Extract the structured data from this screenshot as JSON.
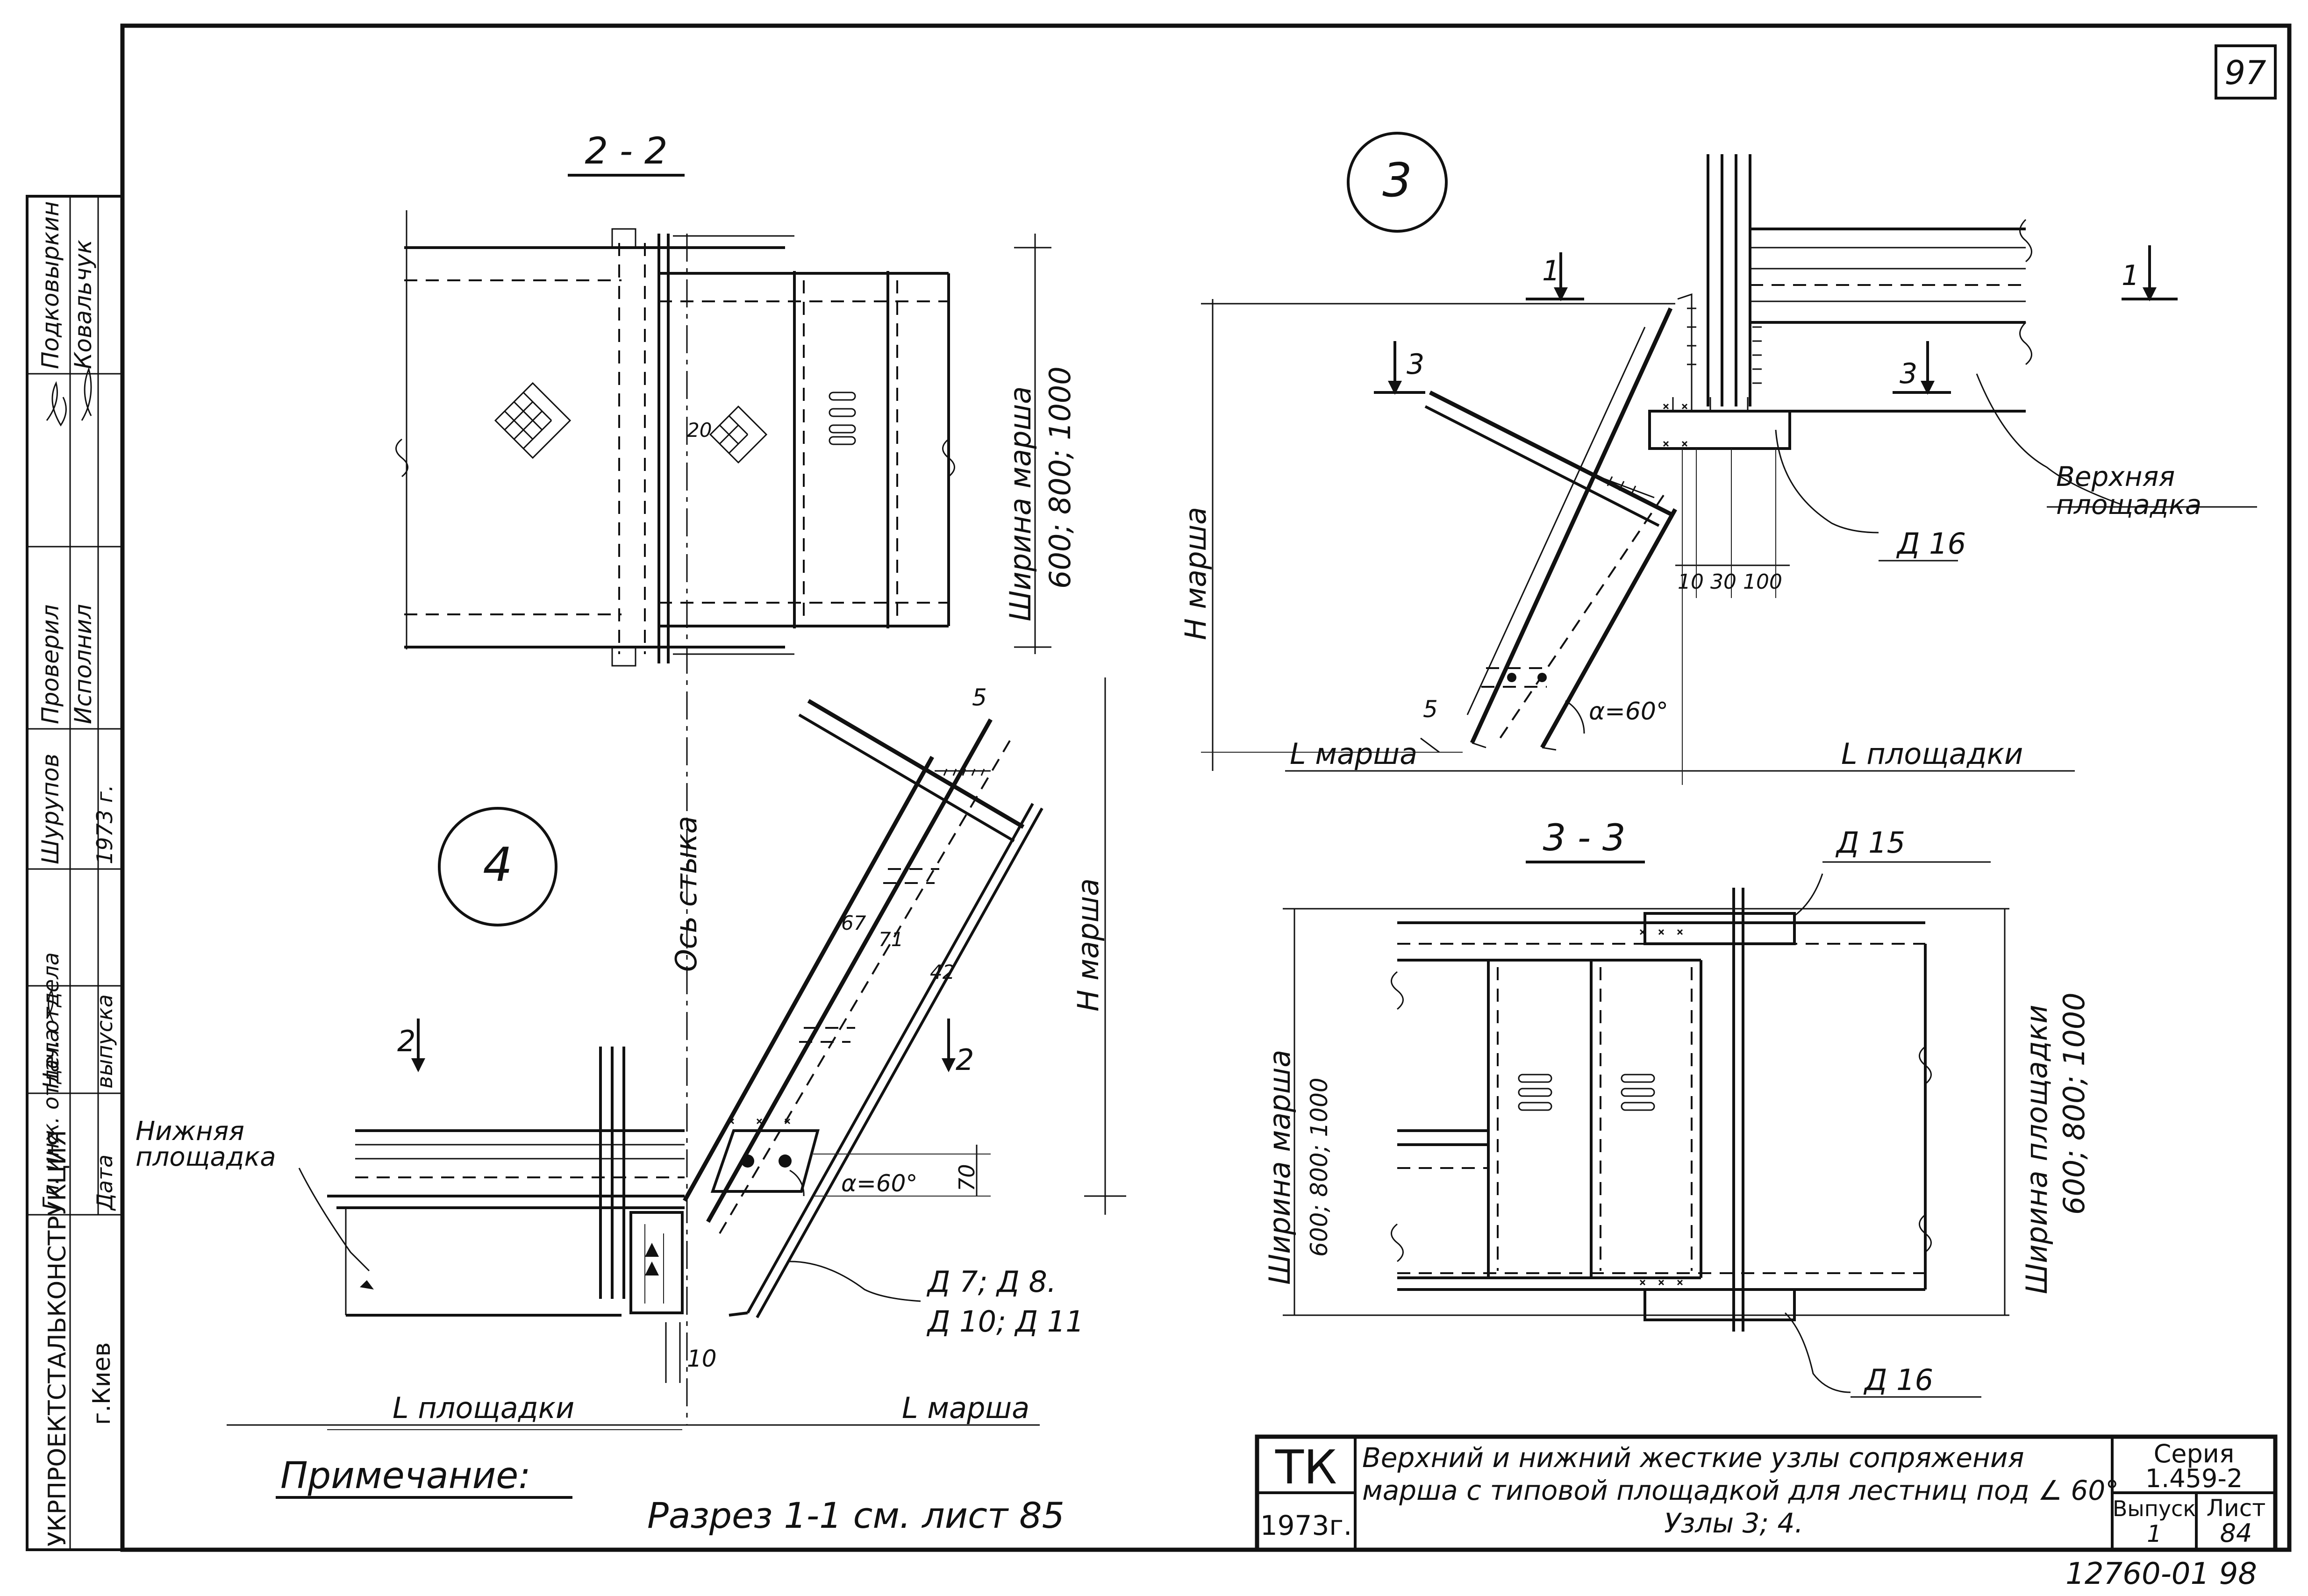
{
  "sheet_number": "97",
  "footer_code": "12760-01  98",
  "side_stamp": {
    "org": "УКРПРОЕКТСТАЛЬКОНСТРУКЦИЯ",
    "city": "г.Киев",
    "roles": [
      "Гл. инж. отдела",
      "Нач. отдела",
      "Шурупов",
      "Проверил",
      "Исполнил"
    ],
    "names": [
      "Подковыркин",
      "Ковальчук"
    ],
    "date_label": "Дата",
    "issue_label": "выпуска",
    "year": "1973 г."
  },
  "views": {
    "section_2_2": {
      "title": "2 - 2",
      "width_label": "Ширина марша",
      "width_values": "600; 800; 1000",
      "dim_20": "20"
    },
    "node_3": {
      "number": "3",
      "cut_1": "1",
      "cut_3": "3",
      "h_label": "Н марша",
      "l_march": "L марша",
      "l_platform": "L площадки",
      "upper_platform_1": "Верхняя",
      "upper_platform_2": "площадка",
      "detail": "Д 16",
      "dims": "10 30 100",
      "dim_5": "5",
      "angle": "α=60°"
    },
    "node_4": {
      "number": "4",
      "axis_label": "Ось стыка",
      "h_label": "Н марша",
      "cut_2": "2",
      "lower_platform_1": "Нижняя",
      "lower_platform_2": "площадка",
      "details_1": "Д 7; Д 8.",
      "details_2": "Д 10; Д 11",
      "dim_10": "10",
      "dim_70": "70",
      "dim_5": "5",
      "dims_incline": [
        "67",
        "71",
        "42"
      ],
      "angle": "α=60°",
      "l_platform": "L площадки",
      "l_march": "L марша"
    },
    "section_3_3": {
      "title": "3 - 3",
      "detail_top": "Д 15",
      "detail_bottom": "Д 16",
      "width_march": "Ширина марша",
      "width_march_values": "600; 800; 1000",
      "width_platform": "Ширина площадки",
      "width_platform_values": "600; 800; 1000"
    }
  },
  "note": {
    "title": "Примечание:",
    "text": "Разрез 1-1 см. лист 85"
  },
  "title_block": {
    "logo": "ТК",
    "year": "1973г.",
    "line1": "Верхний и нижний жесткие узлы сопряжения",
    "line2": "марша с типовой площадкой для лестниц под ∠ 60°",
    "line3": "Узлы 3; 4.",
    "series_label": "Серия",
    "series_value": "1.459-2",
    "issue_label": "Выпуск",
    "issue_value": "1",
    "sheet_label": "Лист",
    "sheet_value": "84"
  }
}
